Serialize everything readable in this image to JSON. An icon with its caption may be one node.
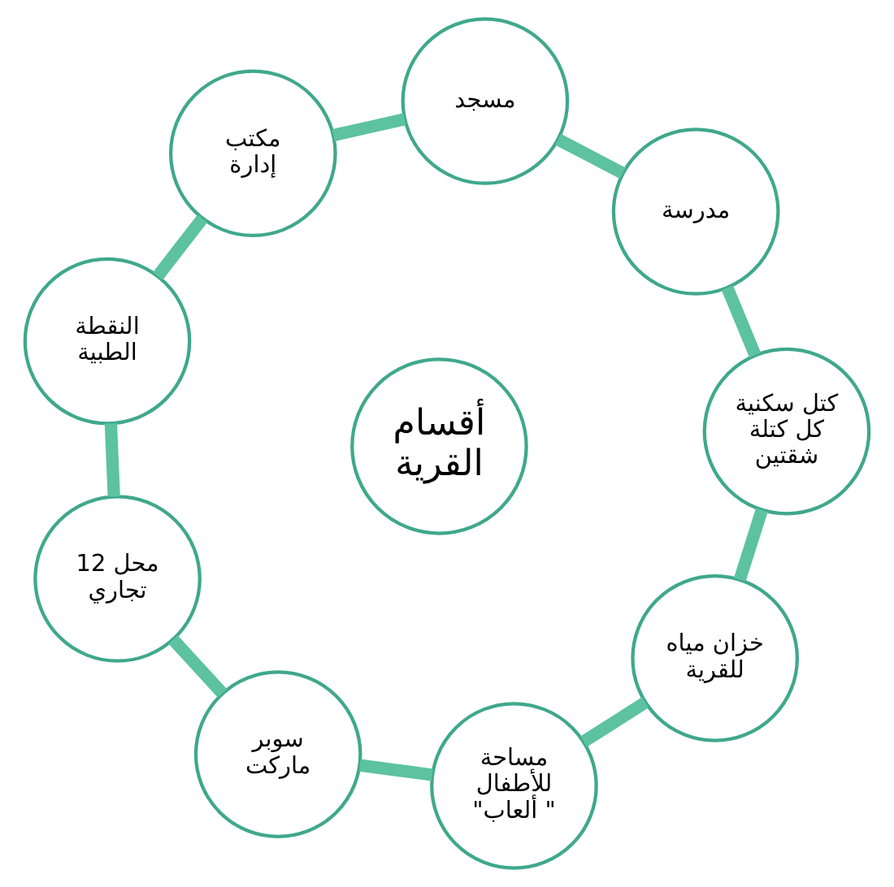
{
  "diagram": {
    "nodes": [
      {
        "text": [
          "أقسام القرية"
        ]
      },
      {
        "text": [
          "كتل سكنية كل كتلة شقتين"
        ]
      },
      {
        "text": [
          "مدرسة"
        ]
      },
      {
        "text": [
          "مسجد"
        ]
      },
      {
        "text": [
          "مكتب إدارة"
        ]
      },
      {
        "text": [
          "النقطة الطبية"
        ]
      },
      {
        "text": [
          "12 محل تجاري"
        ]
      },
      {
        "text": [
          "سوبر ماركت"
        ]
      },
      {
        "text": [
          "مساحة للأطفال \"ألعاب \""
        ]
      },
      {
        "text": [
          "خزان مياه للقرية"
        ]
      }
    ],
    "edges": [
      {
        "from": 1,
        "to": 2,
        "arrow": "none"
      },
      {
        "from": 2,
        "to": 3,
        "arrow": "none"
      },
      {
        "from": 3,
        "to": 4,
        "arrow": "none"
      },
      {
        "from": 4,
        "to": 5,
        "arrow": "none"
      },
      {
        "from": 5,
        "to": 6,
        "arrow": "none"
      },
      {
        "from": 6,
        "to": 7,
        "arrow": "none"
      },
      {
        "from": 7,
        "to": 8,
        "arrow": "none"
      },
      {
        "from": 8,
        "to": 9,
        "arrow": "none"
      },
      {
        "from": 9,
        "to": 1,
        "arrow": "none"
      }
    ]
  }
}
